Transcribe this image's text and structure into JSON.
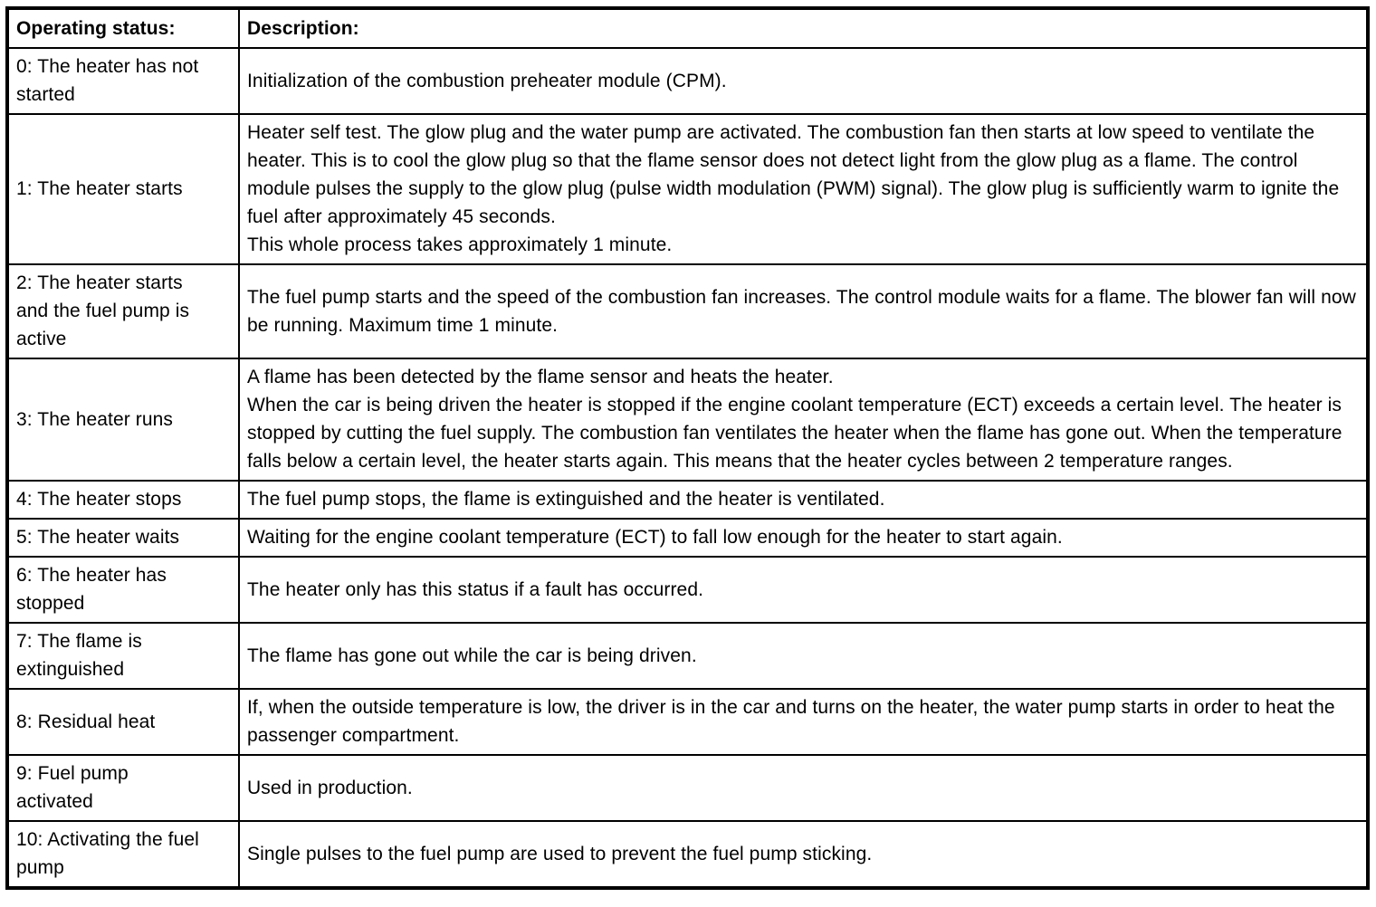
{
  "table": {
    "headers": {
      "status": "Operating status:",
      "description": "Description:"
    },
    "rows": [
      {
        "status": "0: The heater has not\nstarted",
        "description": "Initialization of the combustion preheater module (CPM)."
      },
      {
        "status": "1: The heater starts",
        "description": "Heater self test. The glow plug and the water pump are activated. The combustion fan then starts at low speed to ventilate the heater. This is to cool the glow plug so that the flame sensor does not detect light from the glow plug as a flame. The control module pulses the supply to the glow plug (pulse width modulation (PWM) signal). The glow plug is sufficiently warm to ignite the fuel after approximately 45 seconds.\nThis whole process takes approximately 1 minute."
      },
      {
        "status": "2: The heater starts\nand the fuel pump is\nactive",
        "description": "The fuel pump starts and the speed of the combustion fan increases. The control module waits for a flame. The blower fan will now be running. Maximum time 1 minute."
      },
      {
        "status": "3: The heater runs",
        "description": "A flame has been detected by the flame sensor and heats the heater.\nWhen the car is being driven the heater is stopped if the engine coolant temperature (ECT) exceeds a certain level. The heater is stopped by cutting the fuel supply. The combustion fan ventilates the heater when the flame has gone out. When the temperature falls below a certain level, the heater starts again. This means that the heater cycles between 2 temperature ranges."
      },
      {
        "status": "4: The heater stops",
        "description": "The fuel pump stops, the flame is extinguished and the heater is ventilated."
      },
      {
        "status": "5: The heater waits",
        "description": "Waiting for the engine coolant temperature (ECT) to fall low enough for the heater to start again."
      },
      {
        "status": "6: The heater has\nstopped",
        "description": "The heater only has this status if a fault has occurred."
      },
      {
        "status": "7: The flame is\nextinguished",
        "description": "The flame has gone out while the car is being driven."
      },
      {
        "status": "8: Residual heat",
        "description": "If, when the outside temperature is low, the driver is in the car and turns on the heater, the water pump starts in order to heat the passenger compartment."
      },
      {
        "status": "9: Fuel pump\nactivated",
        "description": "Used in production."
      },
      {
        "status": "10: Activating the fuel\npump",
        "description": "Single pulses to the fuel pump are used to prevent the fuel pump sticking."
      }
    ]
  }
}
